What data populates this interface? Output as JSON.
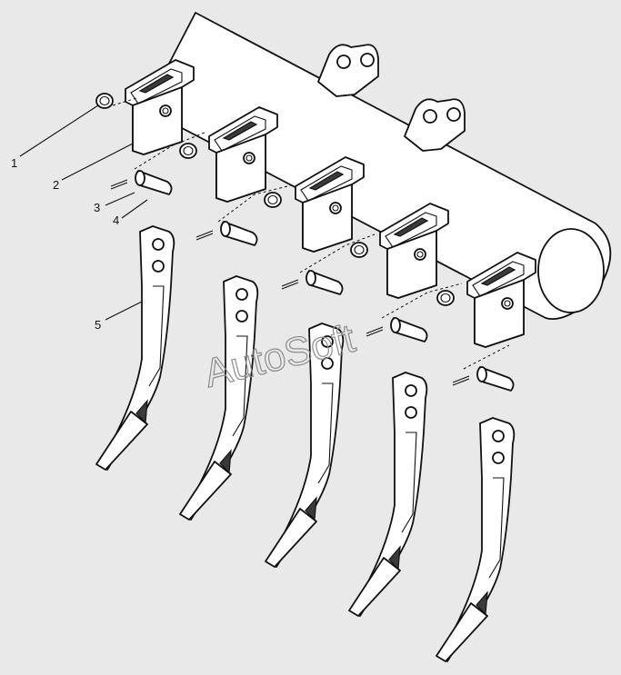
{
  "diagram": {
    "callouts": [
      "1",
      "2",
      "3",
      "4",
      "5"
    ],
    "watermark": "AutoSoft"
  }
}
